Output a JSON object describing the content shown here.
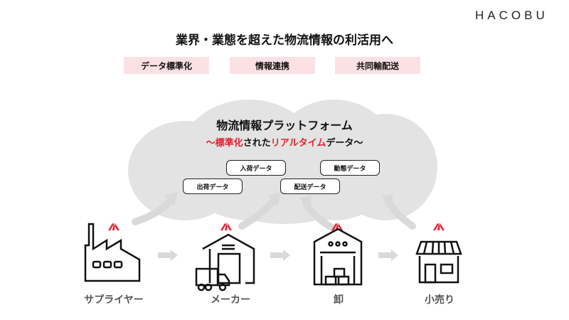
{
  "logo": "HACOBU",
  "title": "業界・業態を超えた物流情報の利活用へ",
  "badges": [
    "データ標準化",
    "情報連携",
    "共同輸配送"
  ],
  "platform": {
    "title": "物流情報プラットフォーム",
    "sub_parts": [
      "〜",
      "標準化",
      "された",
      "リアルタイム",
      "データ〜"
    ]
  },
  "chips": [
    "入荷データ",
    "動態データ",
    "出荷データ",
    "配送データ"
  ],
  "stages": [
    "サプライヤー",
    "メーカー",
    "卸",
    "小売り"
  ],
  "colors": {
    "accent": "#e4202f",
    "badge_bg": "#fbe1e4",
    "cloud": "#e2e3e2"
  }
}
